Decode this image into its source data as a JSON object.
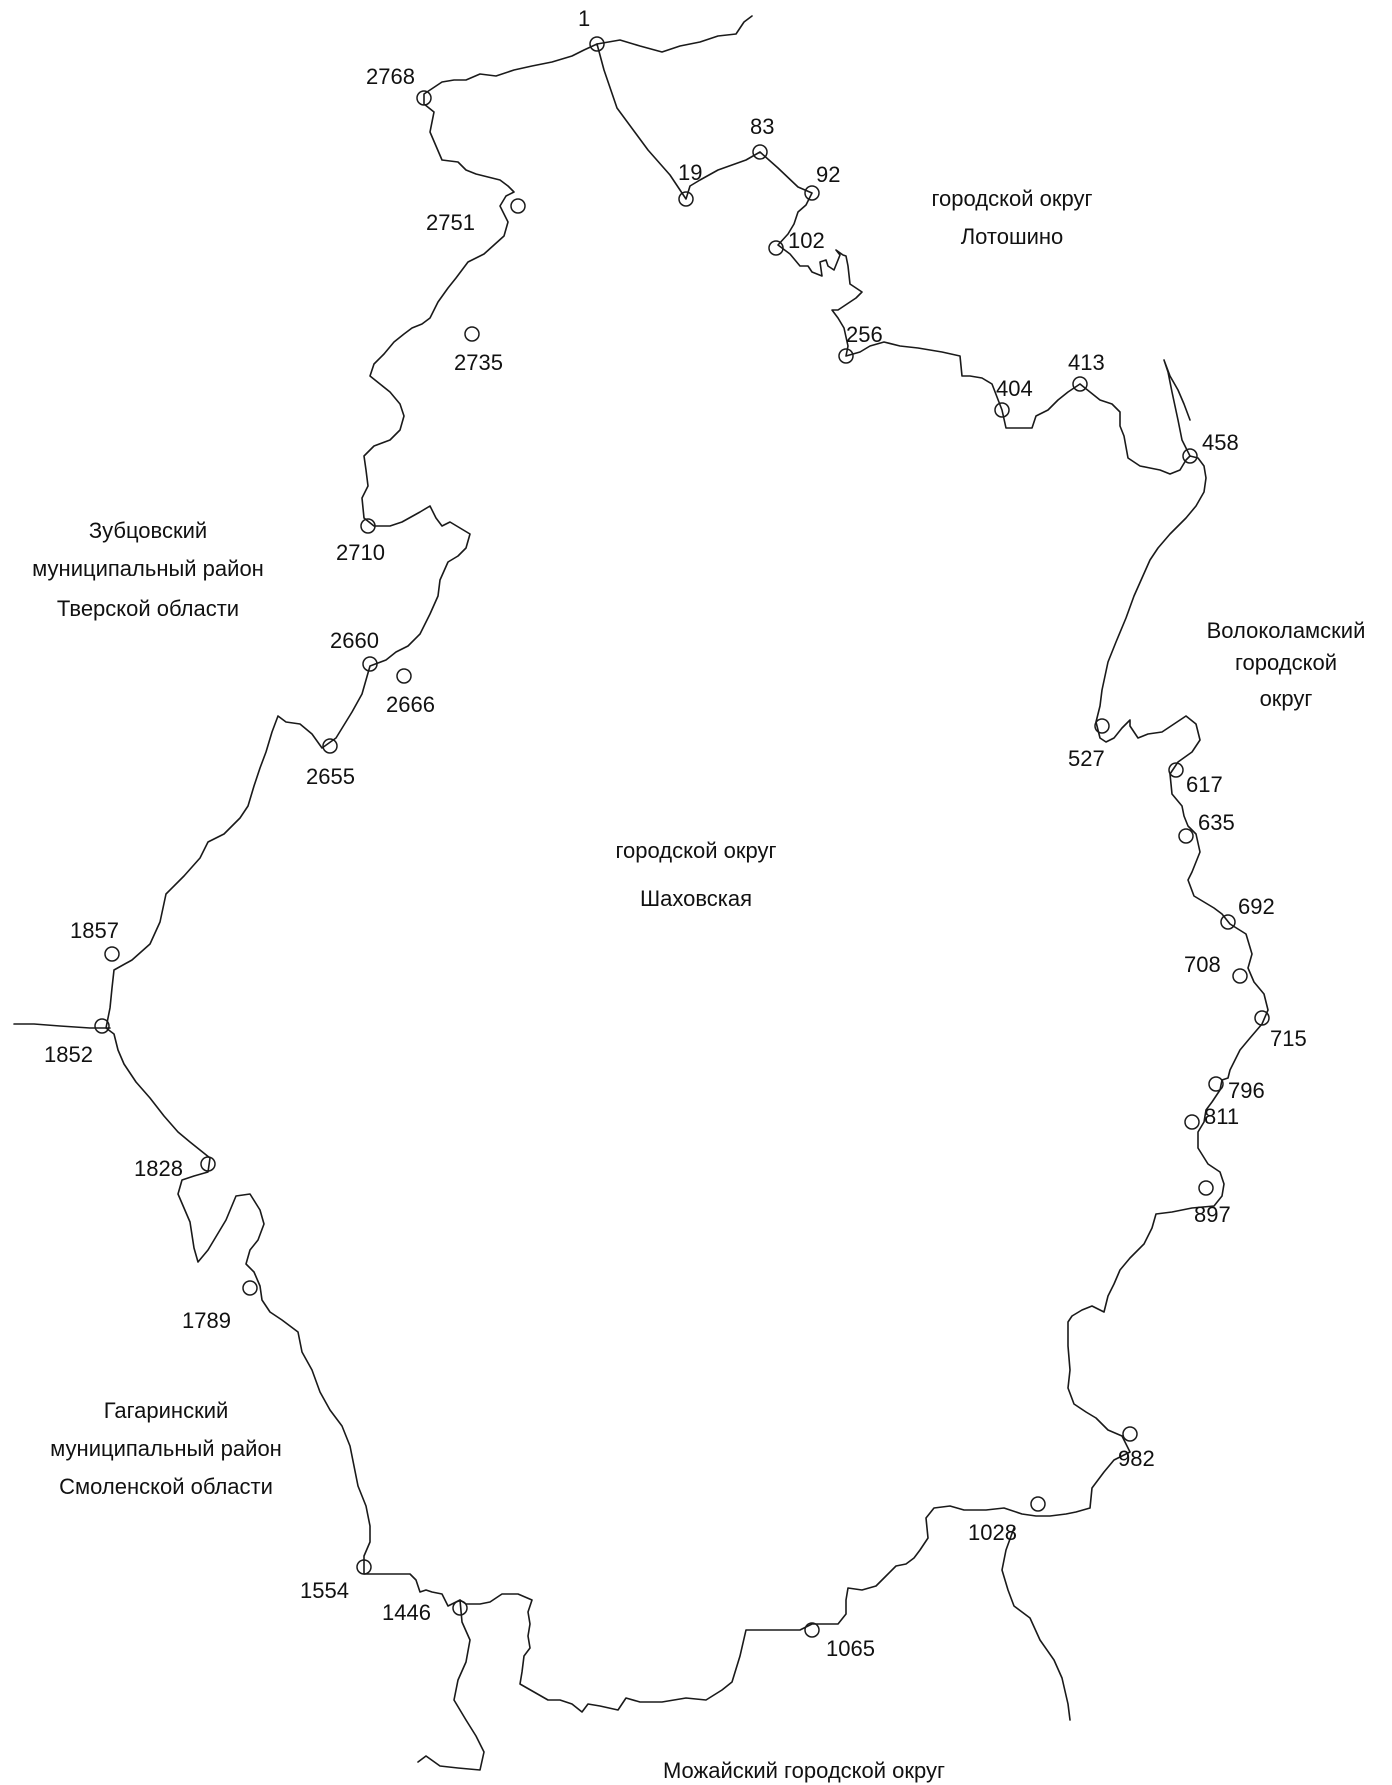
{
  "regions": {
    "center": [
      "городской округ",
      "Шаховская"
    ],
    "north": [
      "городской округ",
      "Лотошино"
    ],
    "northwest": [
      "Зубцовский",
      "муниципальный район",
      "Тверской области"
    ],
    "east": [
      "Волоколамский",
      "городской",
      "округ"
    ],
    "southwest": [
      "Гагаринский",
      "муниципальный район",
      "Смоленской области"
    ],
    "south": [
      "Можайский городской округ"
    ]
  },
  "points": [
    "1",
    "19",
    "83",
    "92",
    "102",
    "256",
    "404",
    "413",
    "458",
    "527",
    "617",
    "635",
    "692",
    "708",
    "715",
    "796",
    "811",
    "897",
    "982",
    "1028",
    "1065",
    "1446",
    "1554",
    "1789",
    "1828",
    "1852",
    "1857",
    "2655",
    "2660",
    "2666",
    "2710",
    "2735",
    "2751",
    "2768"
  ],
  "colors": {
    "line": "#1a1a1a",
    "background": "#ffffff"
  }
}
